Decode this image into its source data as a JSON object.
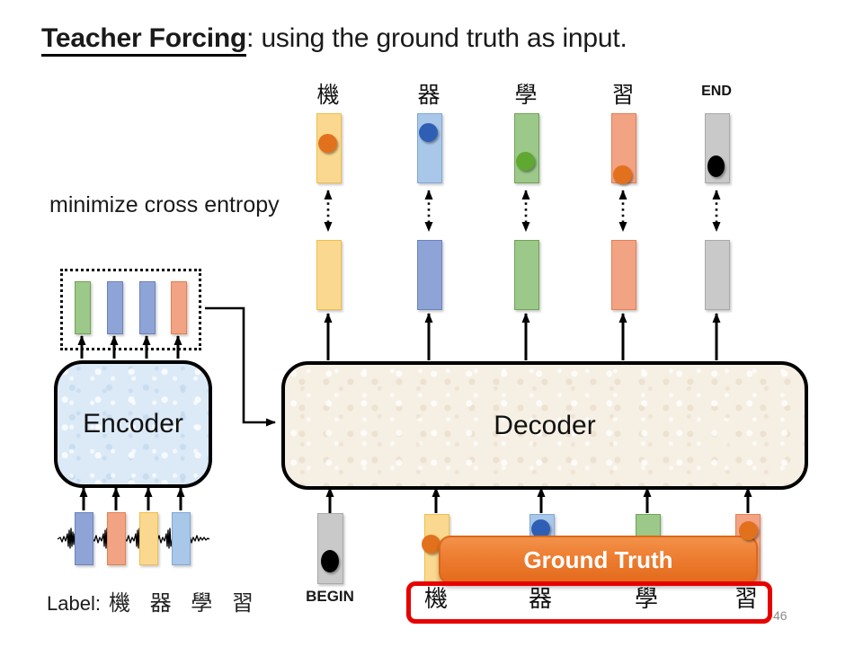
{
  "slide": {
    "title_highlight": "Teacher Forcing",
    "title_rest": ": using the ground truth as input.",
    "loss_annotation": "minimize cross entropy",
    "page_number": "46"
  },
  "encoder": {
    "label": "Encoder"
  },
  "decoder": {
    "label": "Decoder"
  },
  "outputs": {
    "tokens": [
      "機",
      "器",
      "學",
      "習",
      "END"
    ]
  },
  "inputs": {
    "begin_label": "BEGIN",
    "ground_truth_label": "Ground Truth",
    "tokens": [
      "機",
      "器",
      "學",
      "習"
    ]
  },
  "label_row": {
    "prefix": "Label:",
    "tokens": "機 器 學 習"
  },
  "colors": {
    "bar_yellow": "#FBD88F",
    "bar_blue_light": "#A9C7E8",
    "bar_blue": "#8EA4D6",
    "bar_green": "#9CC88A",
    "bar_salmon": "#F2A384",
    "bar_gray": "#C9C9C9",
    "dot_orange": "#E2711D",
    "dot_blue": "#2F5FB5",
    "dot_green": "#5FA832",
    "dot_black": "#000000",
    "banner_orange": "#ED7D31",
    "highlight_red": "#E60000",
    "encoder_fill": "#DCEAF7",
    "decoder_fill": "#F6EFE4"
  }
}
